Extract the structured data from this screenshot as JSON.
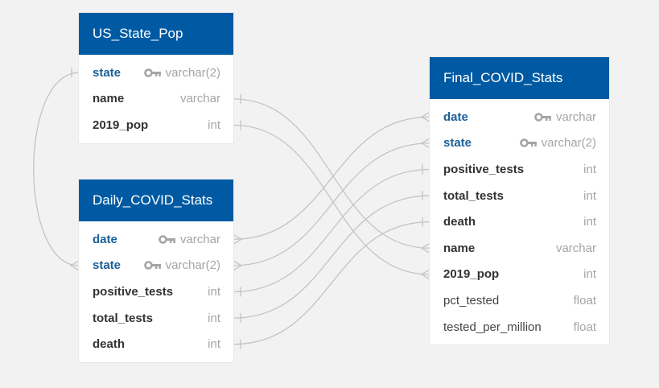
{
  "colors": {
    "header": "#005aa3",
    "background": "#f2f2f2",
    "line": "#c4c4c4",
    "pk_text": "#1b5f98"
  },
  "tables": [
    {
      "id": "us_state_pop",
      "title": "US_State_Pop",
      "columns": [
        {
          "name": "state",
          "type": "varchar(2)",
          "pk": true
        },
        {
          "name": "name",
          "type": "varchar",
          "pk": false
        },
        {
          "name": "2019_pop",
          "type": "int",
          "pk": false
        }
      ]
    },
    {
      "id": "daily_covid_stats",
      "title": "Daily_COVID_Stats",
      "columns": [
        {
          "name": "date",
          "type": "varchar",
          "pk": true
        },
        {
          "name": "state",
          "type": "varchar(2)",
          "pk": true
        },
        {
          "name": "positive_tests",
          "type": "int",
          "pk": false
        },
        {
          "name": "total_tests",
          "type": "int",
          "pk": false
        },
        {
          "name": "death",
          "type": "int",
          "pk": false
        }
      ]
    },
    {
      "id": "final_covid_stats",
      "title": "Final_COVID_Stats",
      "columns": [
        {
          "name": "date",
          "type": "varchar",
          "pk": true
        },
        {
          "name": "state",
          "type": "varchar(2)",
          "pk": true
        },
        {
          "name": "positive_tests",
          "type": "int",
          "pk": false,
          "bold": true
        },
        {
          "name": "total_tests",
          "type": "int",
          "pk": false,
          "bold": true
        },
        {
          "name": "death",
          "type": "int",
          "pk": false,
          "bold": true
        },
        {
          "name": "name",
          "type": "varchar",
          "pk": false,
          "bold": true
        },
        {
          "name": "2019_pop",
          "type": "int",
          "pk": false,
          "bold": true
        },
        {
          "name": "pct_tested",
          "type": "float",
          "pk": false,
          "bold": false
        },
        {
          "name": "tested_per_million",
          "type": "float",
          "pk": false,
          "bold": false
        }
      ]
    }
  ],
  "relationships": [
    {
      "from": "us_state_pop.state",
      "to": "daily_covid_stats.state",
      "from_card": "one",
      "to_card": "many"
    },
    {
      "from": "us_state_pop.name",
      "to": "final_covid_stats.name",
      "from_card": "one",
      "to_card": "many"
    },
    {
      "from": "us_state_pop.2019_pop",
      "to": "final_covid_stats.2019_pop",
      "from_card": "one",
      "to_card": "many"
    },
    {
      "from": "daily_covid_stats.date",
      "to": "final_covid_stats.date",
      "from_card": "many",
      "to_card": "many"
    },
    {
      "from": "daily_covid_stats.state",
      "to": "final_covid_stats.state",
      "from_card": "many",
      "to_card": "many"
    },
    {
      "from": "daily_covid_stats.positive_tests",
      "to": "final_covid_stats.positive_tests",
      "from_card": "one",
      "to_card": "one"
    },
    {
      "from": "daily_covid_stats.total_tests",
      "to": "final_covid_stats.total_tests",
      "from_card": "one",
      "to_card": "one"
    },
    {
      "from": "daily_covid_stats.death",
      "to": "final_covid_stats.death",
      "from_card": "one",
      "to_card": "one"
    }
  ]
}
